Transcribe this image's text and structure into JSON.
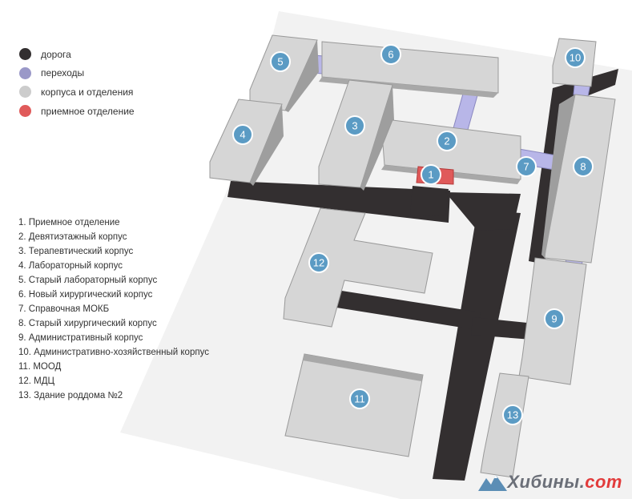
{
  "colors": {
    "road": "#332f30",
    "passage": "#b8b6e8",
    "building": "#cfcfcf",
    "reception": "#e05a5a",
    "marker": "#5b9bc4",
    "ground": "#f2f2f2"
  },
  "legend": [
    {
      "label": "дорога",
      "color": "#332f30"
    },
    {
      "label": "переходы",
      "color": "#9a98c8"
    },
    {
      "label": "корпуса и отделения",
      "color": "#cccccc"
    },
    {
      "label": "приемное отделение",
      "color": "#e05a5a"
    }
  ],
  "buildings": [
    "1. Приемное отделение",
    "2. Девятиэтажный корпус",
    "3. Терапевтический корпус",
    "4. Лабораторный корпус",
    "5. Старый лабораторный корпус",
    "6. Новый хирургический корпус",
    "7. Справочная МОКБ",
    "8. Старый хирургический корпус",
    "9. Административный корпус",
    "10. Административно-хозяйственный корпус",
    "11. МООД",
    "12. МДЦ",
    "13. Здание роддома №2"
  ],
  "markers": [
    "1",
    "2",
    "3",
    "4",
    "5",
    "6",
    "7",
    "8",
    "9",
    "10",
    "11",
    "12",
    "13"
  ],
  "watermark": {
    "main": "Хибины",
    "dot": ".",
    "tld": "com",
    "icon": "mountain-icon"
  }
}
